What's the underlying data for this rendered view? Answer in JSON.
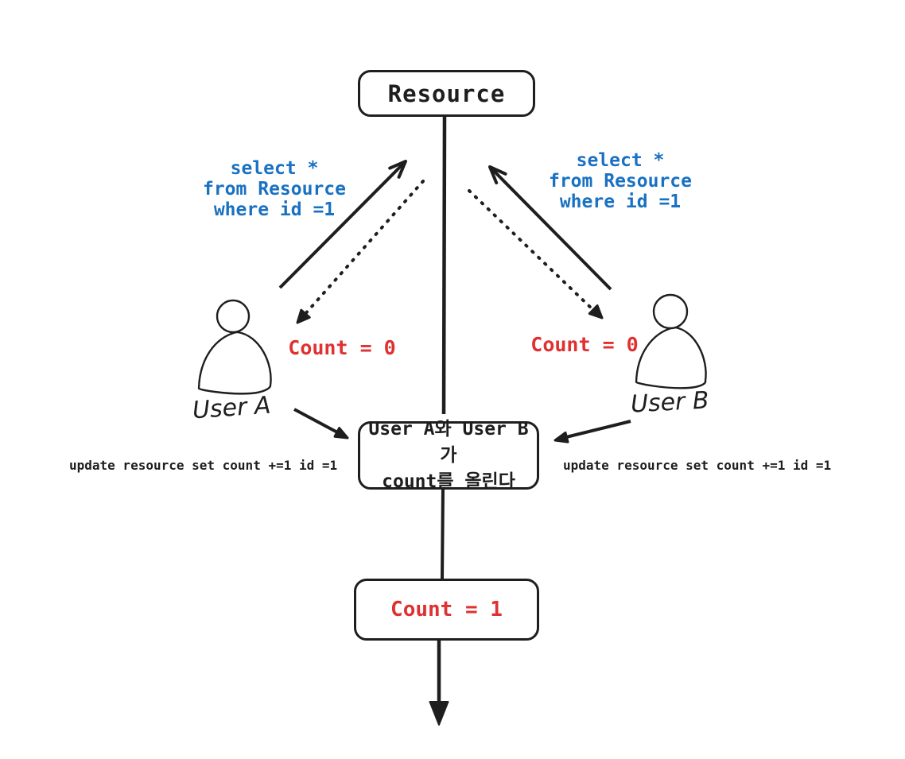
{
  "colors": {
    "ink": "#1e1e1e",
    "query_blue": "#1971c2",
    "count_red": "#e03131",
    "background": "#ffffff"
  },
  "resource_box": {
    "label": "Resource"
  },
  "user_a": {
    "name": "User A",
    "query_lines": [
      "select *",
      "from Resource",
      "where id =1"
    ],
    "count_label": "Count = 0",
    "update_label": "update resource set count +=1 id =1"
  },
  "user_b": {
    "name": "User B",
    "query_lines": [
      "select *",
      "from Resource",
      "where id =1"
    ],
    "count_label": "Count = 0",
    "update_label": "update resource set count +=1 id =1"
  },
  "action_box": {
    "lines": [
      "User A와 User B가",
      "count를 올린다"
    ]
  },
  "result_box": {
    "label": "Count = 1"
  }
}
